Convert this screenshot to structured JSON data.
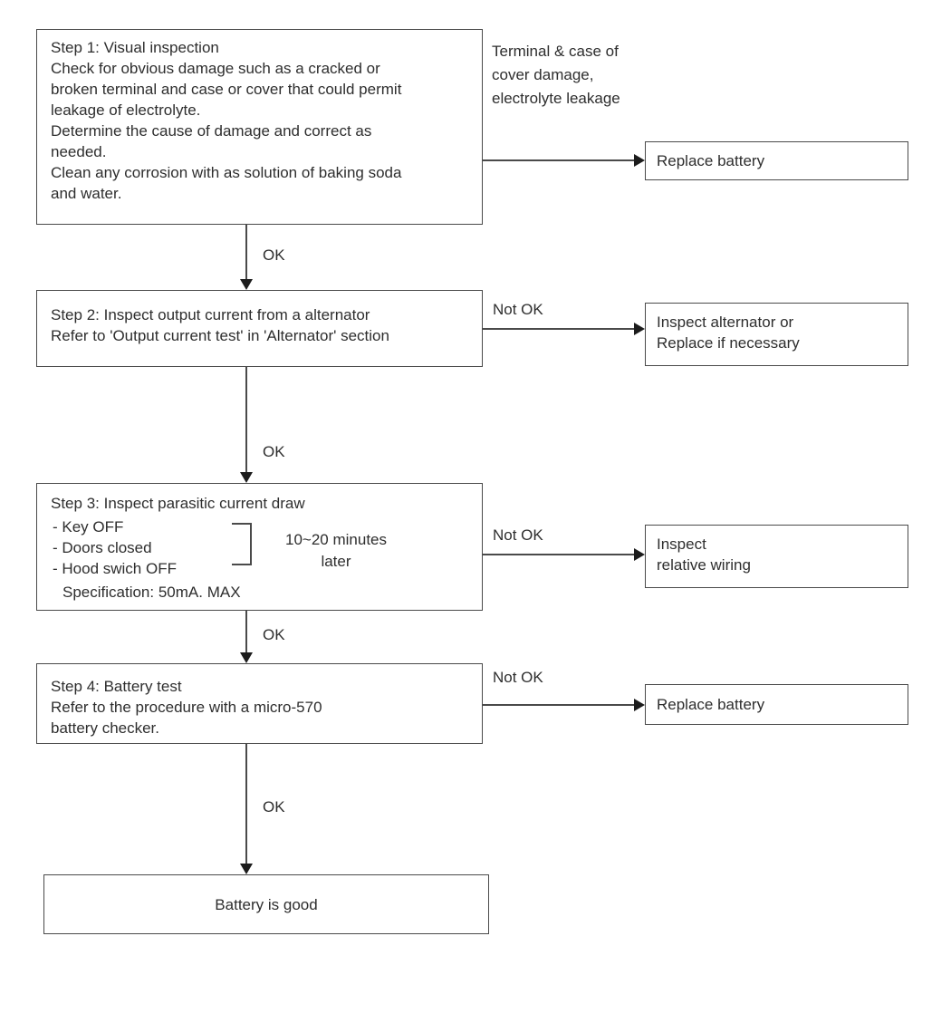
{
  "flowchart": {
    "labels": {
      "ok": "OK",
      "not_ok": "Not OK"
    },
    "step1": {
      "lines": [
        "Step 1: Visual inspection",
        "Check for obvious damage such as a cracked or",
        "broken terminal and case or cover that could permit",
        "leakage of electrolyte.",
        "Determine the cause of damage and correct as",
        "needed.",
        "Clean any corrosion with as solution of baking soda",
        "and water."
      ],
      "side_note_lines": [
        "Terminal & case of",
        "cover damage,",
        "electrolyte leakage"
      ]
    },
    "outcome_replace_battery_1": {
      "label": "Replace battery"
    },
    "step2": {
      "lines": [
        "Step 2: Inspect output current from a alternator",
        "Refer to 'Output current test' in 'Alternator' section"
      ]
    },
    "outcome_inspect_alternator": {
      "lines": [
        "Inspect alternator or",
        "Replace if necessary"
      ]
    },
    "step3": {
      "title": "Step 3: Inspect parasitic current draw",
      "conditions": [
        "- Key OFF",
        "- Doors closed",
        "- Hood swich OFF"
      ],
      "spec": "Specification: 50mA. MAX",
      "timing_note_lines": [
        "10~20 minutes",
        "later"
      ]
    },
    "outcome_inspect_wiring": {
      "lines": [
        "Inspect",
        "relative wiring"
      ]
    },
    "step4": {
      "lines": [
        "Step 4: Battery test",
        "Refer to the procedure with a micro-570",
        "battery checker."
      ]
    },
    "outcome_replace_battery_2": {
      "label": "Replace battery"
    },
    "final": {
      "label": "Battery is good"
    },
    "colors": {
      "border": "#4a4a4a",
      "arrow": "#1c1c1c",
      "text": "#2e2e2e",
      "background": "#ffffff"
    }
  }
}
